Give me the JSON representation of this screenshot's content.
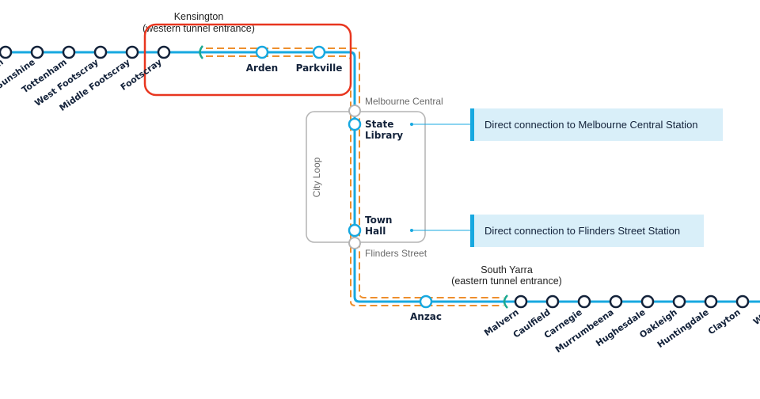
{
  "colors": {
    "metro_line": "#17a8e0",
    "tunnel_dash": "#ee8f2d",
    "highlight_box": "#e8361f",
    "station_ring": "#13223a",
    "loop_grey": "#b4b4b4",
    "callout_bg": "#d9eff9",
    "callout_bar": "#17a8e0"
  },
  "portals": {
    "west": {
      "name": "Kensington",
      "note": "(western tunnel entrance)"
    },
    "east": {
      "name": "South Yarra",
      "note": "(eastern tunnel entrance)"
    }
  },
  "west_stations": [
    "n",
    "Sunshine",
    "Tottenham",
    "West Footscray",
    "Middle Footscray",
    "Footscray"
  ],
  "tunnel_stations": {
    "arden": "Arden",
    "parkville": "Parkville",
    "state_library": [
      "State",
      "Library"
    ],
    "town_hall": [
      "Town",
      "Hall"
    ],
    "anzac": "Anzac"
  },
  "city_loop": {
    "label": "City Loop",
    "melbourne_central": "Melbourne Central",
    "flinders_street": "Flinders Street"
  },
  "callouts": [
    {
      "text": "Direct connection to Melbourne Central Station"
    },
    {
      "text": "Direct connection to Flinders Street Station"
    }
  ],
  "east_stations": [
    "Malvern",
    "Caulfield",
    "Carnegie",
    "Murrumbeena",
    "Hughesdale",
    "Oakleigh",
    "Huntingdale",
    "Clayton",
    "Wes"
  ]
}
